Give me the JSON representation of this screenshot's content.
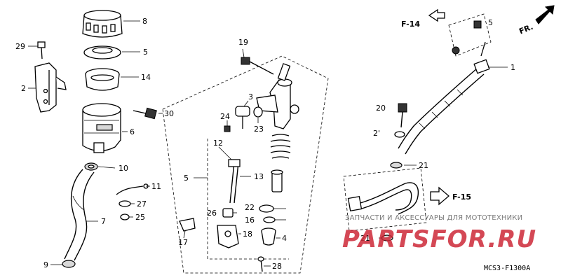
{
  "callouts": {
    "c1": "1",
    "c2": "2",
    "c2p": "2'",
    "c3": "3",
    "c4": "4",
    "c5": "5",
    "c5b": "5",
    "c5c": "5",
    "c6": "6",
    "c7": "7",
    "c8": "8",
    "c9": "9",
    "c10": "10",
    "c11": "11",
    "c12": "12",
    "c13": "13",
    "c14": "14",
    "c16": "16",
    "c17": "17",
    "c18": "18",
    "c19": "19",
    "c20": "20",
    "c21a": "21",
    "c21b": "21",
    "c22": "22",
    "c23": "23",
    "c24": "24",
    "c25": "25",
    "c26": "26",
    "c27": "27",
    "c28": "28",
    "c29": "29",
    "c30": "30"
  },
  "refs": {
    "f14": "F-14",
    "f15": "F-15",
    "fr": "FR."
  },
  "watermark": {
    "small": "ЗАПЧАСТИ И АКСЕССУАРЫ ДЛЯ МОТОТЕХНИКИ",
    "big": "PARTSFOR.RU"
  },
  "diagram_code": "MCS3-F1300A"
}
